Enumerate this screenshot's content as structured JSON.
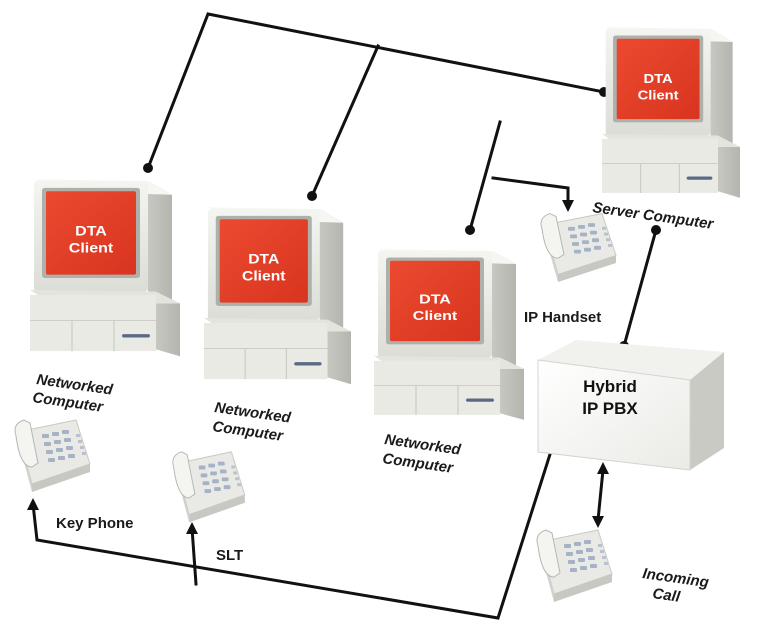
{
  "clients": [
    {
      "screen_line1": "DTA",
      "screen_line2": "Client",
      "caption_line1": "Networked",
      "caption_line2": "Computer"
    },
    {
      "screen_line1": "DTA",
      "screen_line2": "Client",
      "caption_line1": "Networked",
      "caption_line2": "Computer"
    },
    {
      "screen_line1": "DTA",
      "screen_line2": "Client",
      "caption_line1": "Networked",
      "caption_line2": "Computer"
    },
    {
      "screen_line1": "DTA",
      "screen_line2": "Client",
      "caption": "Server Computer"
    }
  ],
  "pbx": {
    "line1": "Hybrid",
    "line2": "IP PBX"
  },
  "phones": {
    "ip_handset": "IP Handset",
    "key_phone": "Key Phone",
    "slt": "SLT",
    "incoming_line1": "Incoming",
    "incoming_line2": "Call"
  },
  "colors": {
    "screen": "#e33a23",
    "case": "#e8e9e3",
    "wire": "#111111"
  }
}
